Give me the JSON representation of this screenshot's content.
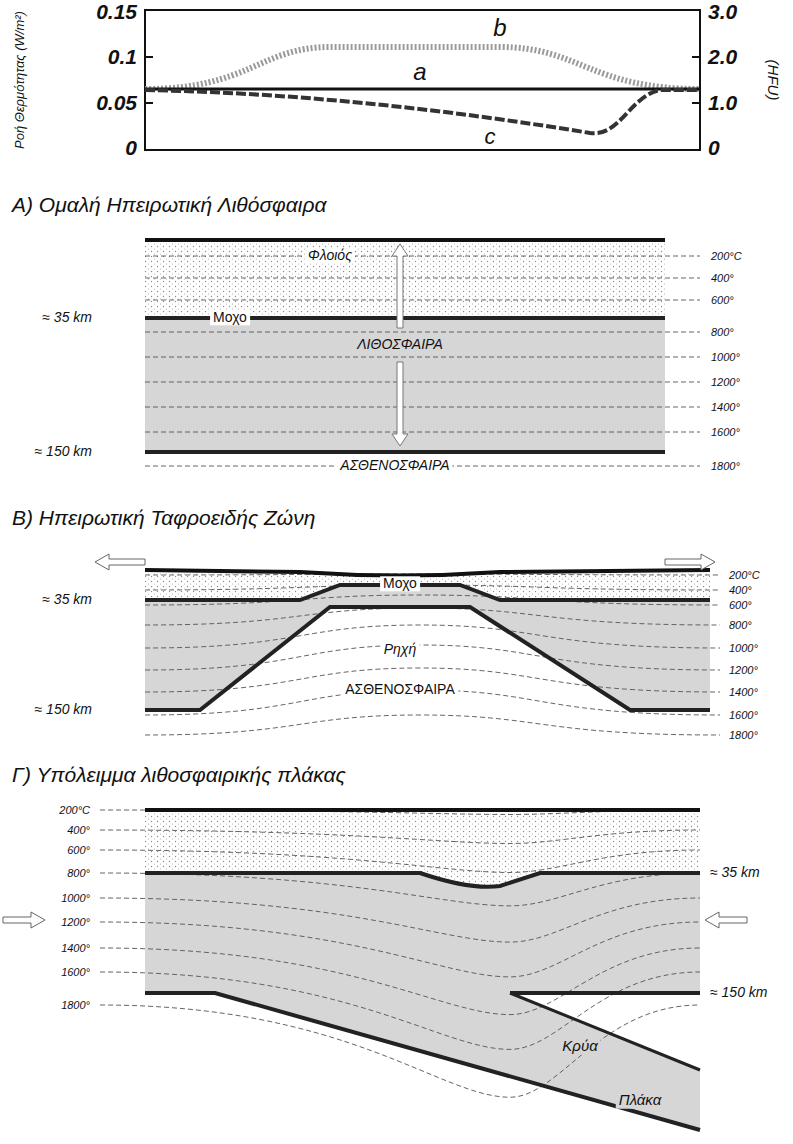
{
  "diagram": {
    "labels": [
      "Ροή Θερμότητας (W/m²)",
      "0.15",
      "0.1",
      "0.05",
      "0",
      "b",
      "a",
      "c",
      "3.0",
      "2.0",
      "1.0",
      "0",
      "(HFU)",
      "Α) Ομαλή Ηπειρωτική Λιθόσφαιρα",
      "Φλοιός",
      "≈ 35 km",
      "Μοχο",
      "ΛΙΘΟΣΦΑΙΡΑ",
      "≈ 150 km",
      "ΑΣΘΕΝΟΣΦΑΙΡΑ",
      "200°C",
      "400°",
      "600°",
      "800°",
      "1000°",
      "1200°",
      "1400°",
      "1600°",
      "1800°",
      "Β) Ηπειρωτική Ταφροειδής Ζώνη",
      "≈ 35 km",
      "Μοχο",
      "Ρηχή",
      "ΑΣΘΕΝΟΣΦΑΙΡΑ",
      "≈ 150 km",
      "200°C",
      "400°",
      "600°",
      "800°",
      "1000°",
      "1200°",
      "1400°",
      "1600°",
      "1800°",
      "Γ) Υπόλειμμα λιθοσφαιρικής πλάκας",
      "200°C",
      "400°",
      "600°",
      "800°",
      "1000°",
      "1200°",
      "1400°",
      "1600°",
      "1800°",
      "≈ 35 km",
      "≈ 150 km",
      "Κρύα",
      "Πλάκα"
    ]
  }
}
